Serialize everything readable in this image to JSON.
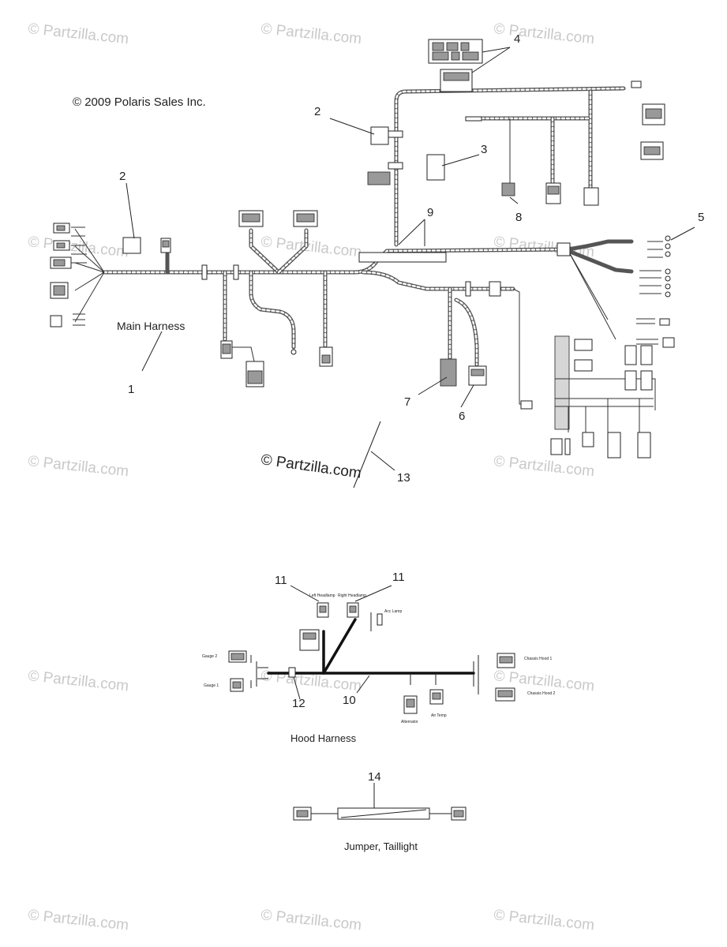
{
  "copyright": "© 2009 Polaris Sales Inc.",
  "watermark": "© Partzilla.com",
  "center_watermark": "© Partzilla.com",
  "labels": {
    "main_harness": "Main Harness",
    "hood_harness": "Hood Harness",
    "jumper_taillight": "Jumper, Taillight"
  },
  "callouts": {
    "c1": "1",
    "c2a": "2",
    "c2b": "2",
    "c3": "3",
    "c4": "4",
    "c5": "5",
    "c6": "6",
    "c7": "7",
    "c8": "8",
    "c9": "9",
    "c10": "10",
    "c11a": "11",
    "c11b": "11",
    "c12": "12",
    "c13": "13",
    "c14": "14"
  },
  "hood_connectors": {
    "left_headlamp": "Left Headlamp",
    "right_headlamp": "Right Headlamp",
    "acc_lamp": "Acc Lamp",
    "gauge_2": "Gauge 2",
    "gauge_1": "Gauge 1",
    "chassis_hood_1": "Chassis Hood 1",
    "chassis_hood_2": "Chassis Hood 2",
    "alternator": "Alternator",
    "air_temp": "Air Temp"
  }
}
